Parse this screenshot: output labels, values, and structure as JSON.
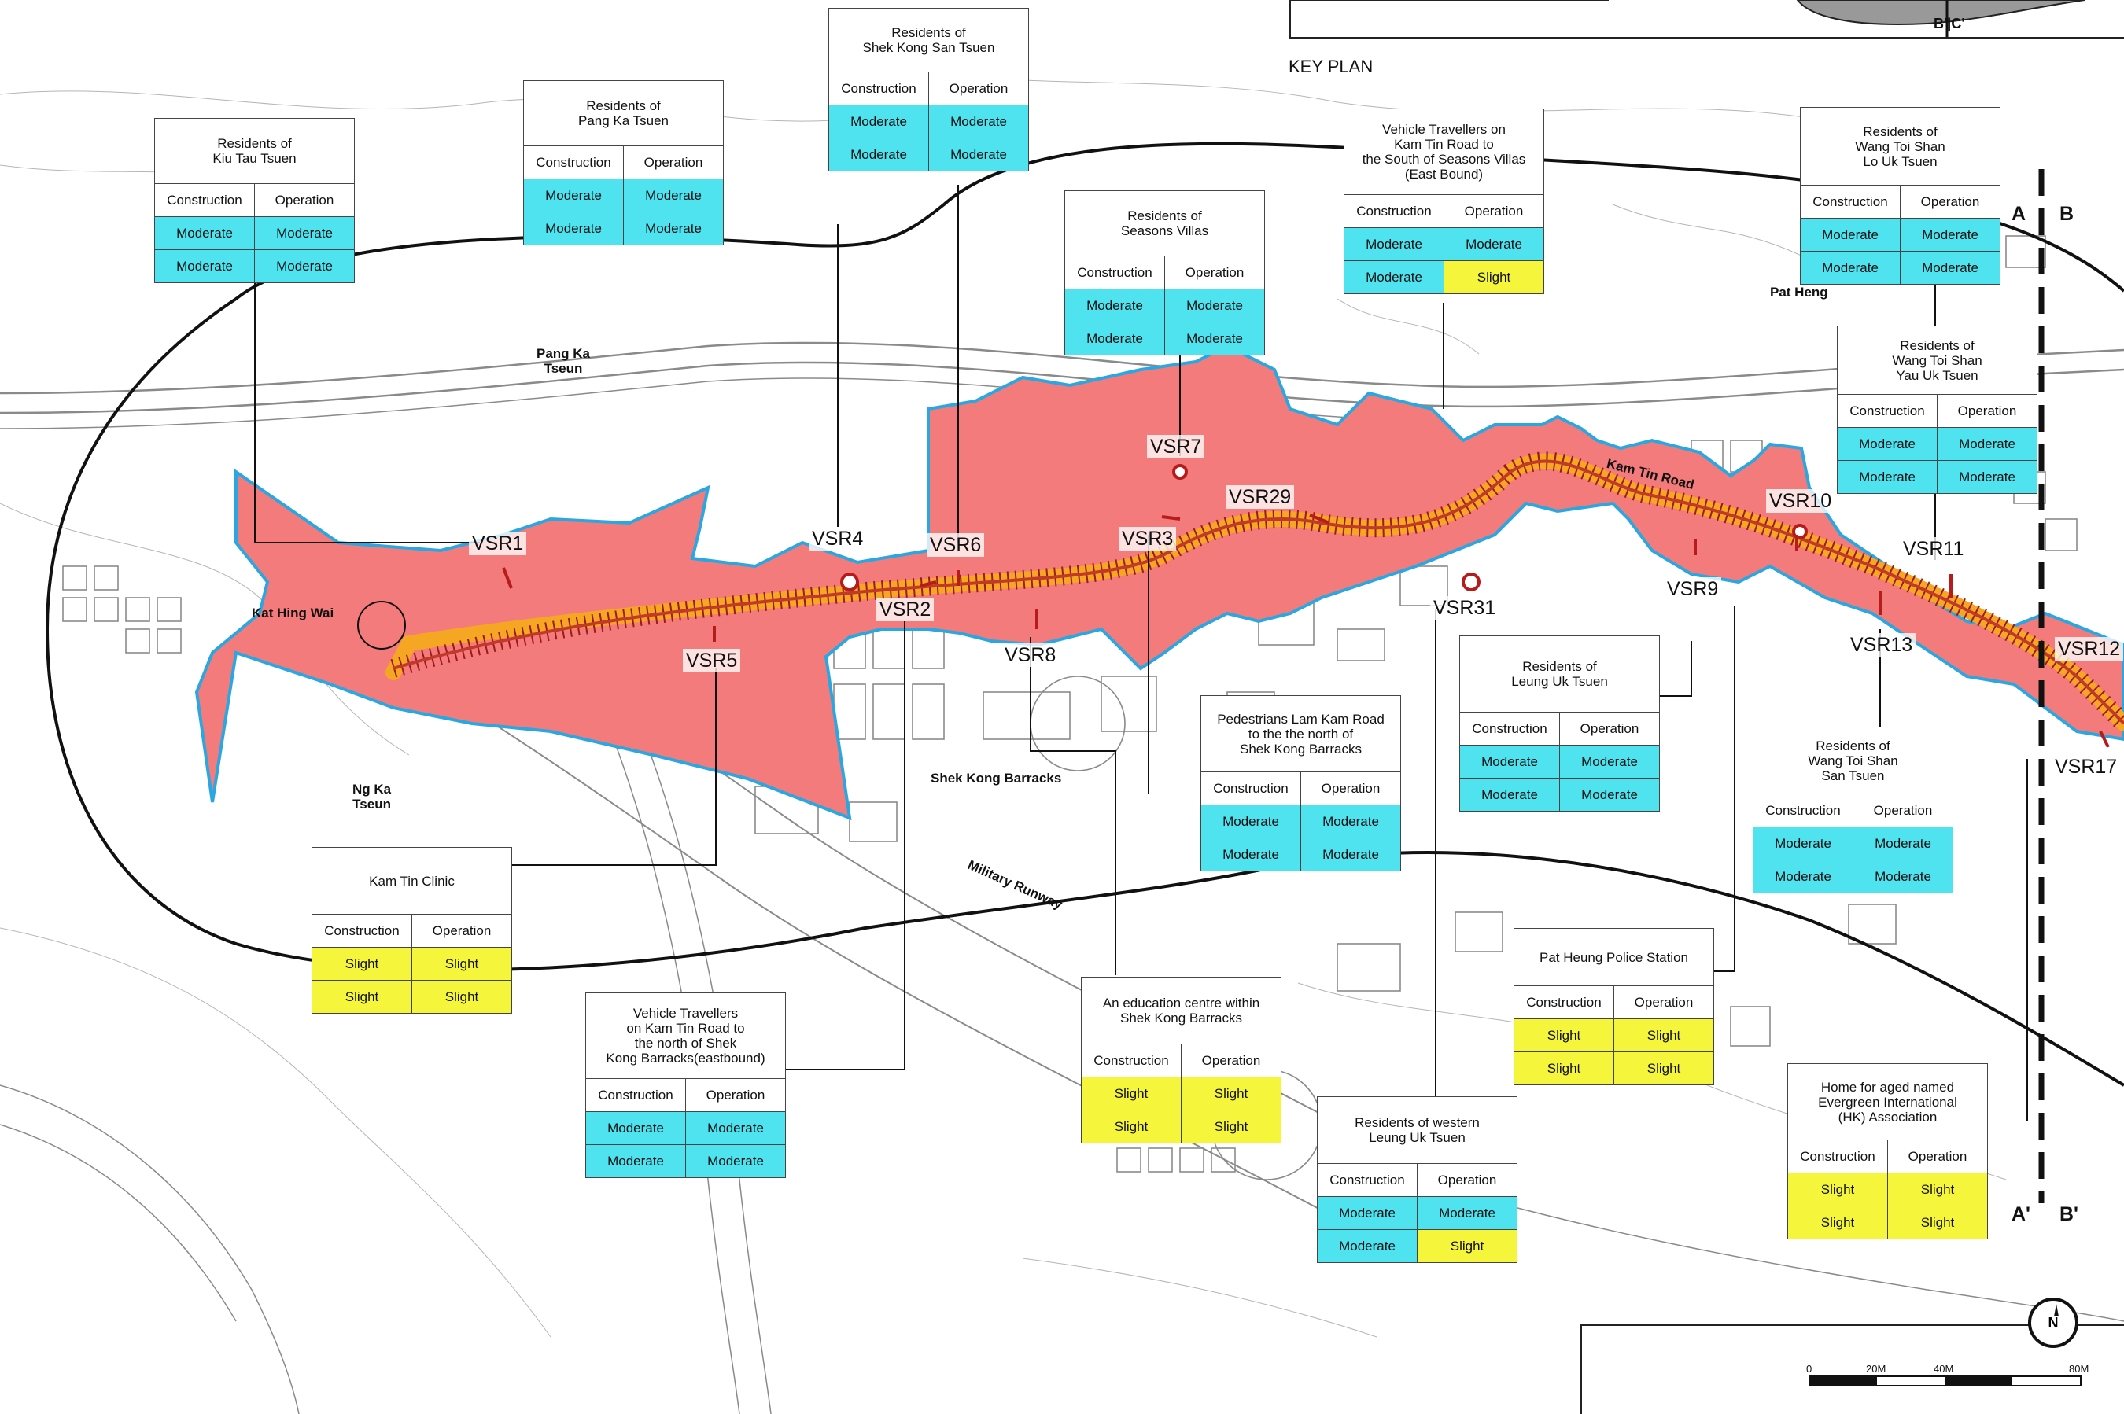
{
  "key_plan": {
    "title": "KEY PLAN",
    "inset_label": "B'|C'"
  },
  "place_labels": {
    "pang_ka_tseun": "Pang Ka\nTseun",
    "kat_hing_wai": "Kat Hing Wai",
    "ng_ka_tseun": "Ng Ka\nTseun",
    "shek_kong_barracks": "Shek Kong Barracks",
    "military_runway": "Military Runway",
    "pat_heng": "Pat Heng",
    "kam_tin_road": "Kam Tin Road"
  },
  "vsr_labels": [
    "VSR1",
    "VSR4",
    "VSR6",
    "VSR7",
    "VSR29",
    "VSR3",
    "VSR2",
    "VSR5",
    "VSR8",
    "VSR31",
    "VSR9",
    "VSR10",
    "VSR11",
    "VSR13",
    "VSR12",
    "VSR17"
  ],
  "table_header": {
    "construction": "Construction",
    "operation": "Operation"
  },
  "cards": [
    {
      "title": "Residents of\nKiu Tau Tsuen",
      "rows": [
        [
          "Moderate",
          "Moderate"
        ],
        [
          "Moderate",
          "Moderate"
        ]
      ]
    },
    {
      "title": "Residents of\nPang Ka Tsuen",
      "rows": [
        [
          "Moderate",
          "Moderate"
        ],
        [
          "Moderate",
          "Moderate"
        ]
      ]
    },
    {
      "title": "Residents of\nShek Kong San Tsuen",
      "rows": [
        [
          "Moderate",
          "Moderate"
        ],
        [
          "Moderate",
          "Moderate"
        ]
      ]
    },
    {
      "title": "Residents of\nSeasons Villas",
      "rows": [
        [
          "Moderate",
          "Moderate"
        ],
        [
          "Moderate",
          "Moderate"
        ]
      ]
    },
    {
      "title": "Vehicle Travellers on\nKam Tin Road to\nthe South of Seasons Villas\n(East Bound)",
      "rows": [
        [
          "Moderate",
          "Moderate"
        ],
        [
          "Moderate",
          "Slight"
        ]
      ]
    },
    {
      "title": "Residents of\nWang Toi Shan\nLo Uk Tsuen",
      "rows": [
        [
          "Moderate",
          "Moderate"
        ],
        [
          "Moderate",
          "Moderate"
        ]
      ]
    },
    {
      "title": "Residents of\nWang Toi Shan\nYau Uk Tsuen",
      "rows": [
        [
          "Moderate",
          "Moderate"
        ],
        [
          "Moderate",
          "Moderate"
        ]
      ]
    },
    {
      "title": "Residents of\nLeung Uk Tsuen",
      "rows": [
        [
          "Moderate",
          "Moderate"
        ],
        [
          "Moderate",
          "Moderate"
        ]
      ]
    },
    {
      "title": "Residents of\nWang Toi Shan\nSan Tsuen",
      "rows": [
        [
          "Moderate",
          "Moderate"
        ],
        [
          "Moderate",
          "Moderate"
        ]
      ]
    },
    {
      "title": "Pedestrians Lam Kam Road\nto the the north of\nShek Kong Barracks",
      "rows": [
        [
          "Moderate",
          "Moderate"
        ],
        [
          "Moderate",
          "Moderate"
        ]
      ]
    },
    {
      "title": "Kam Tin Clinic",
      "rows": [
        [
          "Slight",
          "Slight"
        ],
        [
          "Slight",
          "Slight"
        ]
      ]
    },
    {
      "title": "Vehicle Travellers\non Kam Tin Road to\nthe north of Shek\nKong Barracks(eastbound)",
      "rows": [
        [
          "Moderate",
          "Moderate"
        ],
        [
          "Moderate",
          "Moderate"
        ]
      ]
    },
    {
      "title": "An education centre within\nShek Kong Barracks",
      "rows": [
        [
          "Slight",
          "Slight"
        ],
        [
          "Slight",
          "Slight"
        ]
      ]
    },
    {
      "title": "Pat Heung Police Station",
      "rows": [
        [
          "Slight",
          "Slight"
        ],
        [
          "Slight",
          "Slight"
        ]
      ]
    },
    {
      "title": "Residents of western\nLeung Uk Tsuen",
      "rows": [
        [
          "Moderate",
          "Moderate"
        ],
        [
          "Moderate",
          "Slight"
        ]
      ]
    },
    {
      "title": "Home for aged named\nEvergreen International\n(HK) Association",
      "rows": [
        [
          "Slight",
          "Slight"
        ],
        [
          "Slight",
          "Slight"
        ]
      ]
    }
  ],
  "section_labels": {
    "a": "A",
    "b": "B",
    "a_prime": "A'",
    "b_prime": "B'"
  },
  "north_arrow": "N",
  "scale_bar": {
    "labels": [
      "0",
      "20M",
      "40M",
      "80M"
    ]
  },
  "colors": {
    "moderate": "#4fe3f0",
    "slight": "#f5f53c",
    "impact_zone": "#f47b7b",
    "impact_border": "#2aa7e0",
    "works_corridor": "#f5a623",
    "study_boundary": "#111111"
  }
}
